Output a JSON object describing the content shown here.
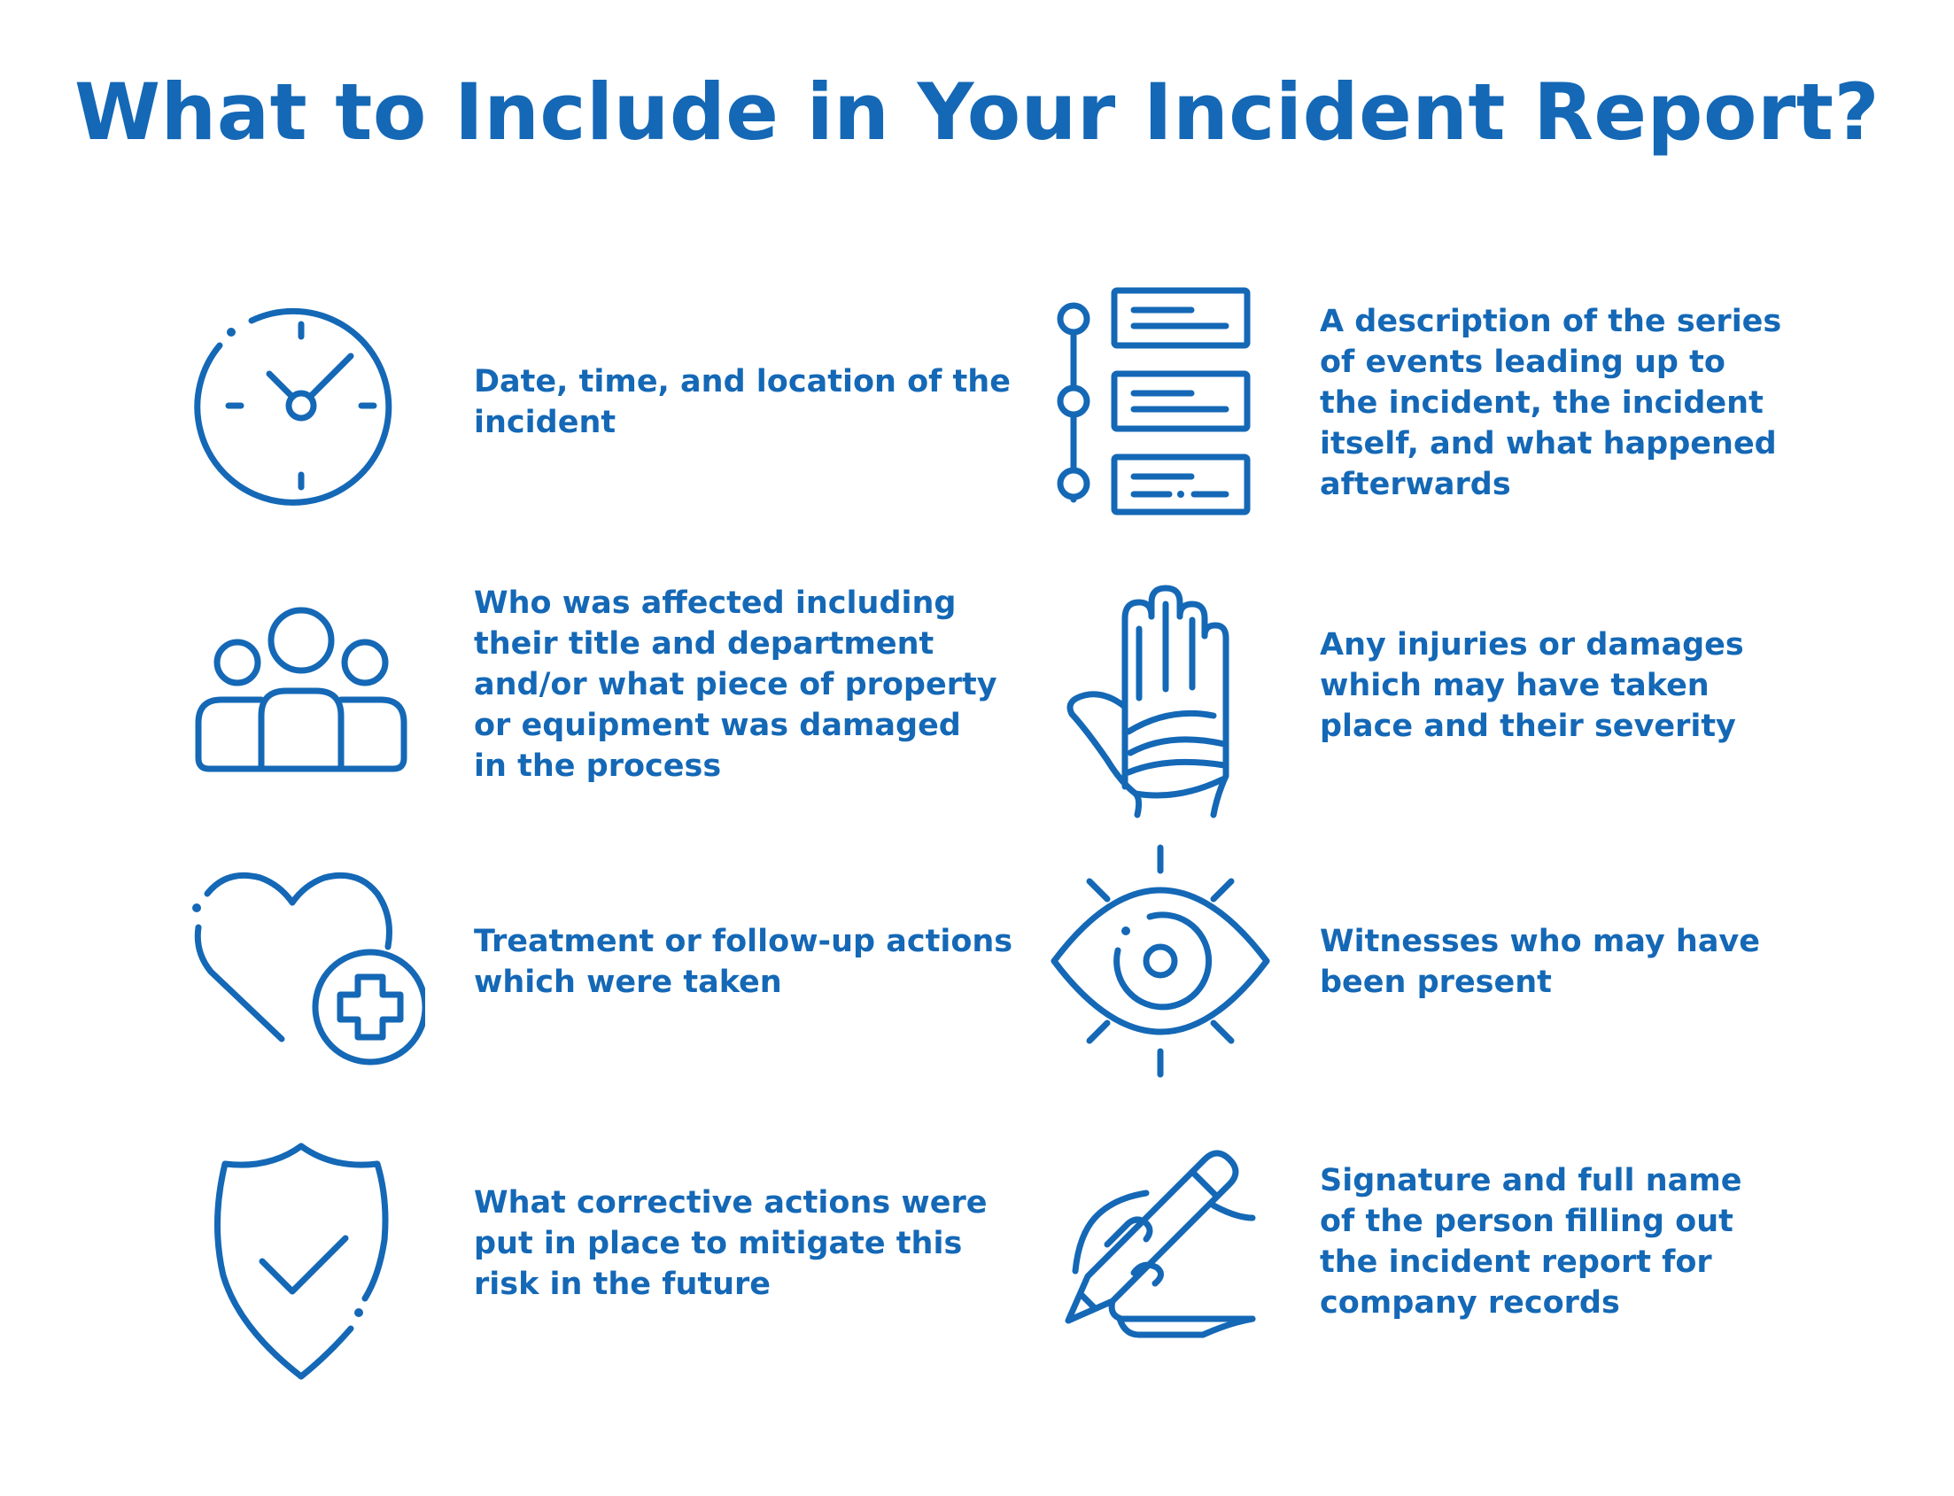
{
  "title": "What to Include in Your Incident Report?",
  "colors": {
    "accent": "#1468b6",
    "background": "#ffffff"
  },
  "items": [
    {
      "icon": "clock-icon",
      "text": "Date, time, and location of the\nincident"
    },
    {
      "icon": "timeline-list-icon",
      "text": "A description of the series\nof events leading up to\nthe incident, the incident\nitself, and what happened\nafterwards"
    },
    {
      "icon": "people-group-icon",
      "text": "Who was affected including\ntheir title and department\nand/or what piece of property\nor equipment was damaged\nin the process"
    },
    {
      "icon": "injured-hand-icon",
      "text": "Any injuries or damages\nwhich may have taken\nplace and their severity"
    },
    {
      "icon": "heart-medical-plus-icon",
      "text": "Treatment or follow-up actions\nwhich were taken"
    },
    {
      "icon": "eye-icon",
      "text": "Witnesses who may have\nbeen present"
    },
    {
      "icon": "shield-check-icon",
      "text": "What corrective actions were\nput in place to mitigate this\nrisk in the future"
    },
    {
      "icon": "hand-pen-signature-icon",
      "text": "Signature and full name\nof the person filling out\nthe incident report for\ncompany records"
    }
  ]
}
